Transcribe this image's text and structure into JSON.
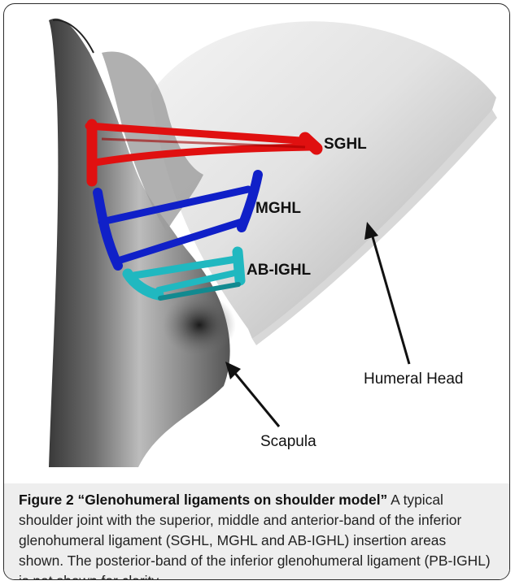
{
  "figure": {
    "labels": {
      "sghl": "SGHL",
      "mghl": "MGHL",
      "ab_ighl": "AB-IGHL",
      "humeral_head": "Humeral Head",
      "scapula": "Scapula"
    },
    "colors": {
      "sghl": "#e01010",
      "mghl": "#1020c8",
      "ab_ighl": "#20b8c0"
    }
  },
  "caption": {
    "figure_number": "Figure 2",
    "title": "“Glenohumeral ligaments on shoulder model”",
    "text": " A typical shoulder joint with the superior, middle and anterior-band of the inferior glenohumeral ligament (SGHL, MGHL and AB-IGHL) insertion areas shown. The posterior-band of the inferior glenohumeral ligament (PB-IGHL) is not shown for clarity."
  }
}
